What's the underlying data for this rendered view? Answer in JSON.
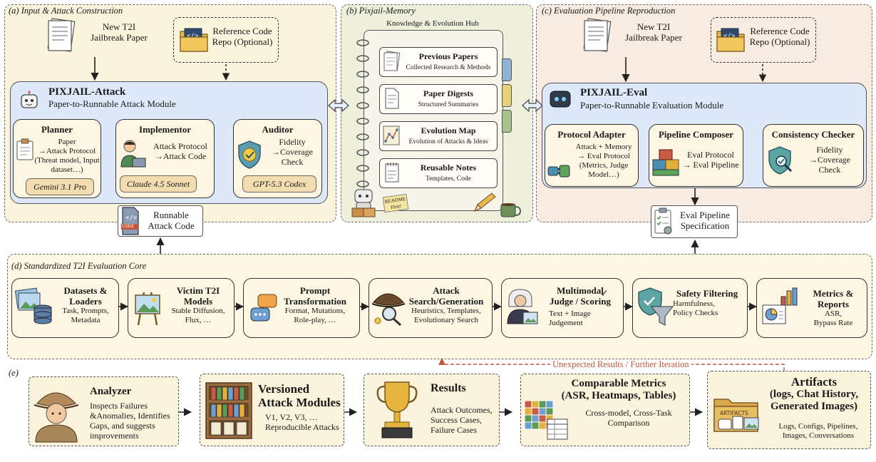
{
  "panels": {
    "a": "(a)  Input & Attack Construction",
    "b": "(b)  Pixjail-Memory",
    "c": "(c)  Evaluation Pipeline Reproduction",
    "d": "(d)  Standardized T2I Evaluation Core",
    "e": "(e)"
  },
  "inputs": {
    "paper_line1": "New T2I",
    "paper_line2": "Jailbreak Paper",
    "repo_line1": "Reference Code",
    "repo_line2": "Repo (Optional)"
  },
  "attack": {
    "title": "PIXJAIL-Attack",
    "subtitle": "Paper-to-Runnable Attack Module",
    "planner": {
      "title": "Planner",
      "l1": "Paper",
      "l2": "→Attack Protocol",
      "l3": "(Threat model, Input",
      "l4": "dataset…)",
      "model": "Gemini 3.1 Pro"
    },
    "implementor": {
      "title": "Implementor",
      "l1": "Attack Protocol",
      "l2": "→Attack Code",
      "model": "Claude 4.5 Sonnet"
    },
    "auditor": {
      "title": "Auditor",
      "l1": "Fidelity",
      "l2": "→Coverage",
      "l3": "Check",
      "model": "GPT-5.3 Codex"
    },
    "output_l1": "Runnable",
    "output_l2": "Attack Code",
    "code_badge": "CODE"
  },
  "memory": {
    "hub": "Knowledge & Evolution Hub",
    "items": [
      {
        "title": "Previous Papers",
        "sub": "Collected Research & Methods"
      },
      {
        "title": "Paper Digests",
        "sub": "Structured Summaries"
      },
      {
        "title": "Evolution Map",
        "sub": "Evolution of Attacks & Ideas"
      },
      {
        "title": "Reusable Notes",
        "sub": "Templates, Code"
      }
    ],
    "readme_l1": "README",
    "readme_l2": "First!"
  },
  "eval": {
    "title": "PIXJAIL-Eval",
    "subtitle": "Paper-to-Runnable Evaluation Module",
    "adapter": {
      "title": "Protocol Adapter",
      "l1": "Attack + Memory",
      "l2": "→ Eval Protocol",
      "l3": "(Metrics, Judge",
      "l4": "Model…)"
    },
    "composer": {
      "title": "Pipeline Composer",
      "l1": "Eval Protocol",
      "l2": "→ Eval Pipeline"
    },
    "checker": {
      "title": "Consistency Checker",
      "l1": "Fidelity",
      "l2": "→Coverage",
      "l3": "Check"
    },
    "output_l1": "Eval Pipeline",
    "output_l2": "Specification"
  },
  "core": [
    {
      "title1": "Datasets &",
      "title2": "Loaders",
      "d1": "Task, Prompts,",
      "d2": "Metadata",
      "d3": ""
    },
    {
      "title1": "Victim T2I",
      "title2": "Models",
      "d1": "Stable Diffusion,",
      "d2": "Flux, …",
      "d3": ""
    },
    {
      "title1": "Prompt",
      "title2": "Transformation",
      "d1": "Format, Mutations,",
      "d2": "Role-play, …",
      "d3": ""
    },
    {
      "title1": "Attack",
      "title2": "Search/Generation",
      "d1": "Heuristics, Templates,",
      "d2": "Evolutionary Search",
      "d3": ""
    },
    {
      "title1": "Multimodal",
      "title2": "Judge / Scoring",
      "d1": "Text + Image",
      "d2": "Judgement",
      "d3": ""
    },
    {
      "title1": "Safety Filtering",
      "title2": "",
      "d1": "Harmfulness,",
      "d2": "Policy Checks",
      "d3": ""
    },
    {
      "title1": "Metrics &",
      "title2": "Reports",
      "d1": "ASR,",
      "d2": "Bypass Rate",
      "d3": ""
    }
  ],
  "feedback": "Unexpected Results / Further Iteration",
  "bottom": {
    "analyzer": {
      "title": "Analyzer",
      "d1": "Inspects Failures",
      "d2": "&Anomalies, Identifies",
      "d3": "Gaps, and suggests",
      "d4": "improvements"
    },
    "versioned": {
      "t1": "Versioned",
      "t2": "Attack Modules",
      "d1": "V1, V2, V3, …",
      "d2": "Reproducible Attacks"
    },
    "results": {
      "title": "Results",
      "d1": "Attack Outcomes,",
      "d2": "Success Cases,",
      "d3": "Failure Cases"
    },
    "comparable": {
      "t1": "Comparable Metrics",
      "t2": "(ASR, Heatmaps, Tables)",
      "d1": "Cross-model, Cross-Task",
      "d2": "Comparison"
    },
    "artifacts": {
      "t1": "Artifacts",
      "t2": "(logs, Chat History,",
      "t3": "Generated Images)",
      "d1": "Logs, Configs, Pipelines,",
      "d2": "Images, Conversations",
      "folder_label": "ARTIFACTS"
    }
  },
  "colors": {
    "panel_a": "#fbf4dd",
    "panel_b": "#eef0dc",
    "panel_c": "#f8ece2",
    "panel_d": "#fdf7e3",
    "module": "#dde8f8",
    "model_bar": "#f2dcb0",
    "feedback": "#c0553a"
  }
}
